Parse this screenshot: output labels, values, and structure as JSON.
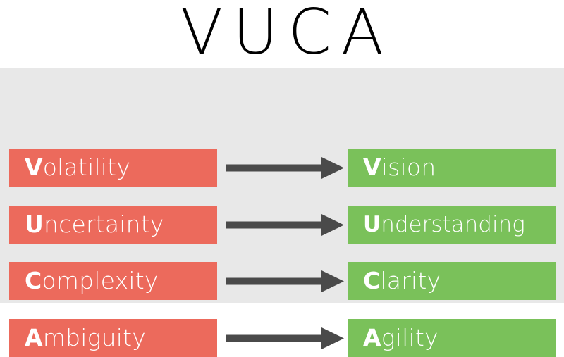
{
  "figure": {
    "title": "VUCA",
    "colors": {
      "background": "#ffffff",
      "panel": "#e8e8e8",
      "problem": "#ec6a5c",
      "solution": "#7ac15a",
      "arrow": "#4a4a4a",
      "label_text": "#ffffff",
      "title_text": "#000000"
    }
  },
  "rows": [
    {
      "initial": "V",
      "problem_rest": "olatility",
      "problem_full": "Volatility",
      "solution_rest": "ision",
      "solution_full": "Vision",
      "arrow_name": "arrow-volatility-to-vision"
    },
    {
      "initial": "U",
      "problem_rest": "ncertainty",
      "problem_full": "Uncertainty",
      "solution_rest": "nderstanding",
      "solution_full": "Understanding",
      "arrow_name": "arrow-uncertainty-to-understanding"
    },
    {
      "initial": "C",
      "problem_rest": "omplexity",
      "problem_full": "Complexity",
      "solution_rest": "larity",
      "solution_full": "Clarity",
      "arrow_name": "arrow-complexity-to-clarity"
    },
    {
      "initial": "A",
      "problem_rest": "mbiguity",
      "problem_full": "Ambiguity",
      "solution_rest": "gility",
      "solution_full": "Agility",
      "arrow_name": "arrow-ambiguity-to-agility"
    }
  ]
}
